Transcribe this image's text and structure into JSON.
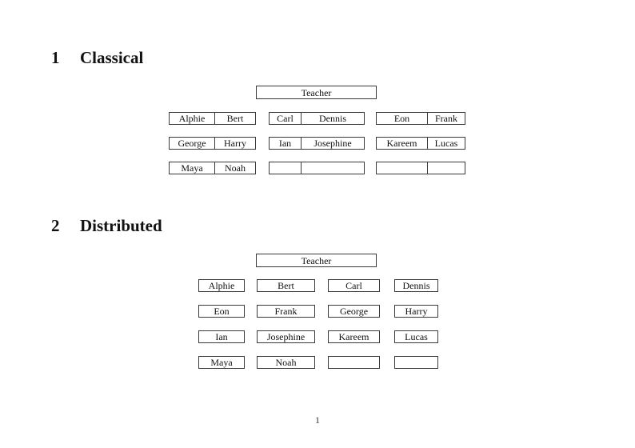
{
  "page": {
    "page_number": "1",
    "background_color": "#ffffff",
    "border_color": "#3a3a3a",
    "text_color": "#111111"
  },
  "sections": {
    "classical": {
      "number": "1",
      "title": "Classical",
      "teacher_label": "Teacher",
      "desks": [
        [
          {
            "left": "Alphie",
            "right": "Bert"
          },
          {
            "left": "Carl",
            "right": "Dennis"
          },
          {
            "left": "Eon",
            "right": "Frank"
          }
        ],
        [
          {
            "left": "George",
            "right": "Harry"
          },
          {
            "left": "Ian",
            "right": "Josephine"
          },
          {
            "left": "Kareem",
            "right": "Lucas"
          }
        ],
        [
          {
            "left": "Maya",
            "right": "Noah"
          },
          {
            "left": "",
            "right": ""
          },
          {
            "left": "",
            "right": ""
          }
        ]
      ]
    },
    "distributed": {
      "number": "2",
      "title": "Distributed",
      "teacher_label": "Teacher",
      "seats": [
        [
          "Alphie",
          "Bert",
          "Carl",
          "Dennis"
        ],
        [
          "Eon",
          "Frank",
          "George",
          "Harry"
        ],
        [
          "Ian",
          "Josephine",
          "Kareem",
          "Lucas"
        ],
        [
          "Maya",
          "Noah",
          "",
          ""
        ]
      ]
    }
  }
}
